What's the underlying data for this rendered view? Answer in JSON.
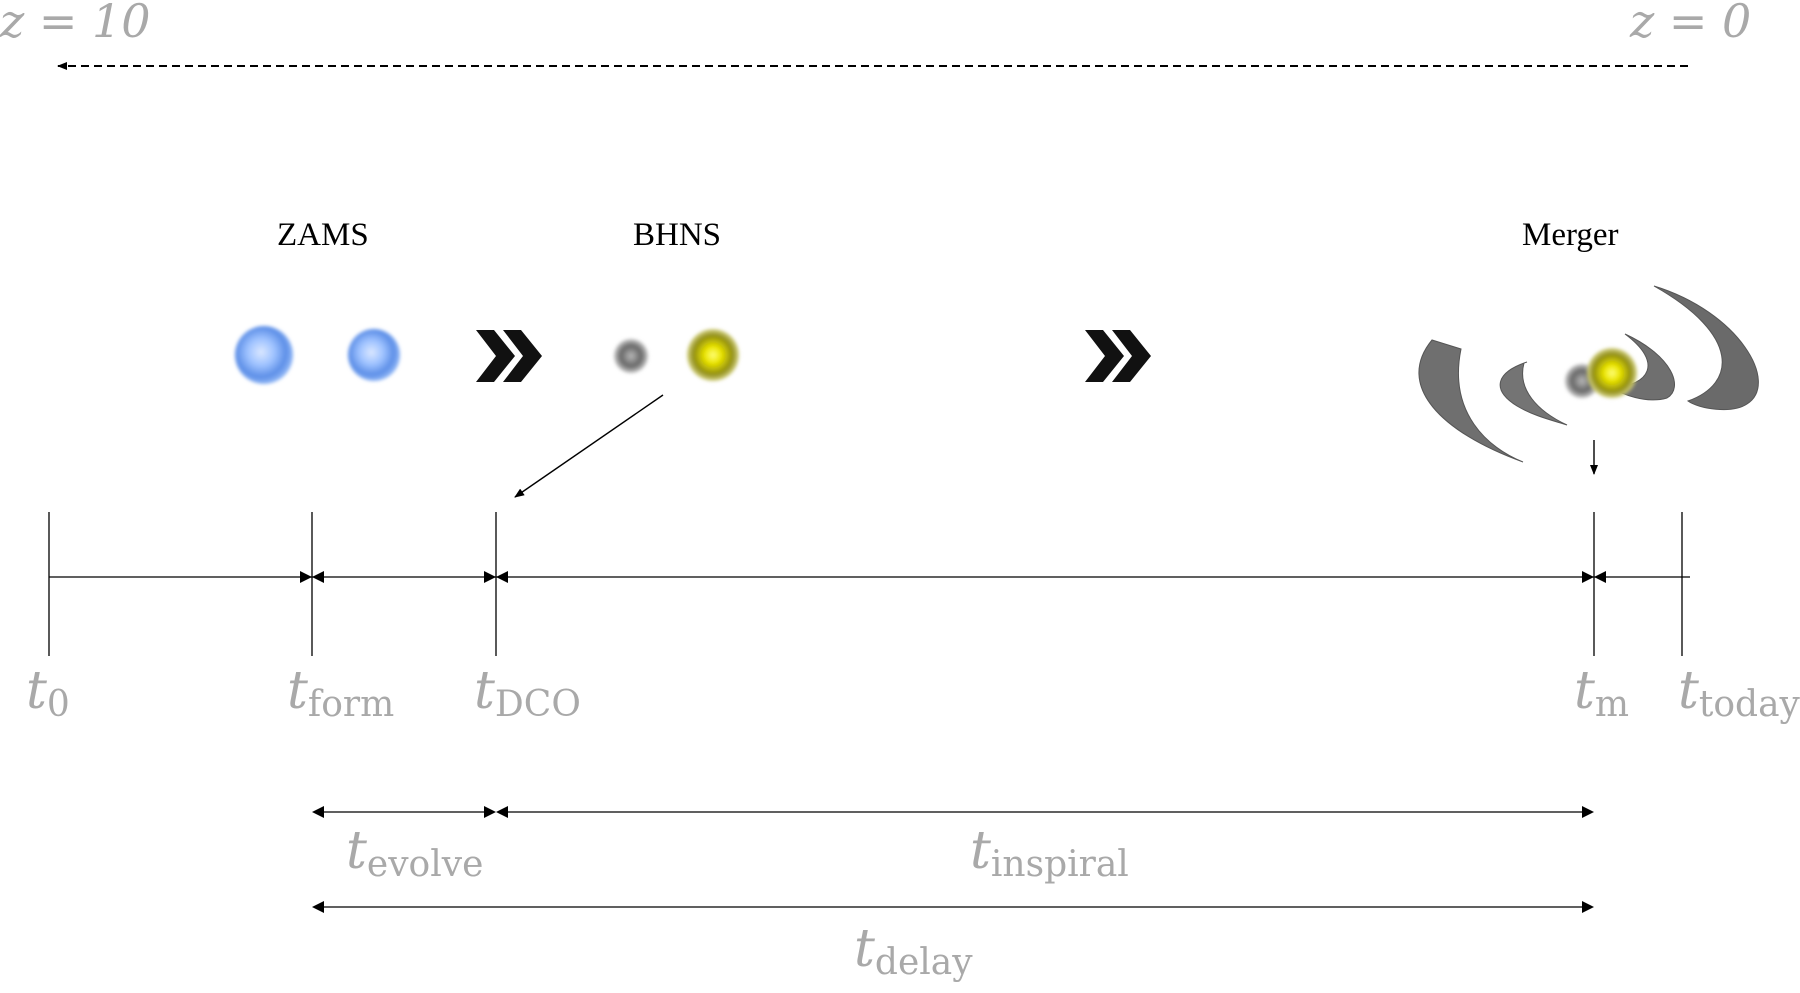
{
  "redshift": {
    "start_label": "z = 10",
    "end_label": "z = 0"
  },
  "stages": [
    {
      "id": "zams",
      "label": "ZAMS"
    },
    {
      "id": "bhns",
      "label": "BHNS"
    },
    {
      "id": "merger",
      "label": "Merger"
    }
  ],
  "timeline": [
    {
      "id": "t0",
      "symbol": "t",
      "subscript": "0"
    },
    {
      "id": "tform",
      "symbol": "t",
      "subscript": "form"
    },
    {
      "id": "tdco",
      "symbol": "t",
      "subscript": "DCO"
    },
    {
      "id": "tm",
      "symbol": "t",
      "subscript": "m"
    },
    {
      "id": "ttoday",
      "symbol": "t",
      "subscript": "today"
    }
  ],
  "intervals": [
    {
      "id": "evolve",
      "symbol": "t",
      "subscript": "evolve"
    },
    {
      "id": "inspiral",
      "symbol": "t",
      "subscript": "inspiral"
    },
    {
      "id": "delay",
      "symbol": "t",
      "subscript": "delay"
    }
  ],
  "colors": {
    "axis": "#000000",
    "label_gray": "#a9a9a9",
    "star_blue": "#6e9ee8",
    "black_hole": "#616161",
    "neutron_star": "#cfc800",
    "gw_wave": "#666666"
  },
  "icons": {
    "advance": "double-chevron-icon",
    "gravitational_wave": "gravitational-wave-icon"
  }
}
